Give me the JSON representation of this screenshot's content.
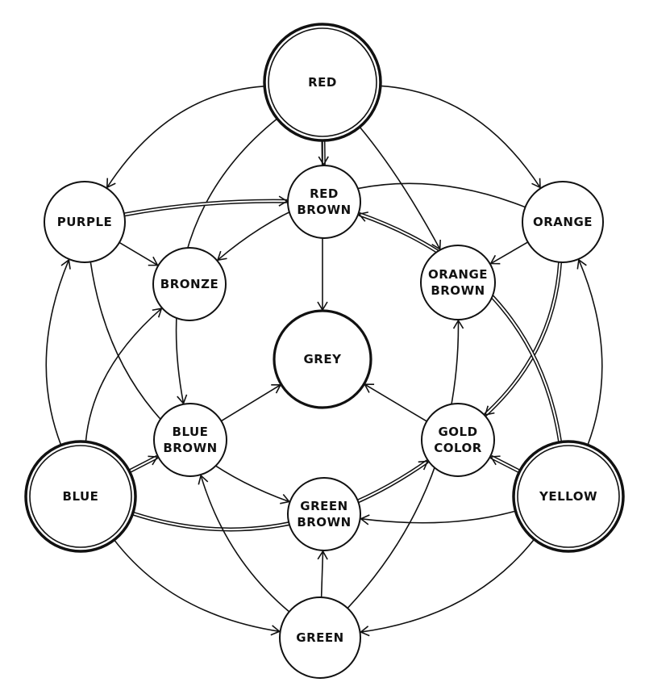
{
  "diagram": {
    "nodes": [
      {
        "id": "red",
        "lines": [
          "RED"
        ],
        "style": "double"
      },
      {
        "id": "purple",
        "lines": [
          "PURPLE"
        ],
        "style": "single"
      },
      {
        "id": "orange",
        "lines": [
          "ORANGE"
        ],
        "style": "single"
      },
      {
        "id": "redbrown",
        "lines": [
          "RED",
          "BROWN"
        ],
        "style": "single"
      },
      {
        "id": "bronze",
        "lines": [
          "BRONZE"
        ],
        "style": "single"
      },
      {
        "id": "orangebrown",
        "lines": [
          "ORANGE",
          "BROWN"
        ],
        "style": "single"
      },
      {
        "id": "grey",
        "lines": [
          "GREY"
        ],
        "style": "thick"
      },
      {
        "id": "bluebrown",
        "lines": [
          "BLUE",
          "BROWN"
        ],
        "style": "single"
      },
      {
        "id": "goldcolor",
        "lines": [
          "GOLD",
          "COLOR"
        ],
        "style": "single"
      },
      {
        "id": "blue",
        "lines": [
          "BLUE"
        ],
        "style": "double"
      },
      {
        "id": "yellow",
        "lines": [
          "YELLOW"
        ],
        "style": "double"
      },
      {
        "id": "greenbrown",
        "lines": [
          "GREEN",
          "BROWN"
        ],
        "style": "single"
      },
      {
        "id": "green",
        "lines": [
          "GREEN"
        ],
        "style": "single"
      }
    ],
    "edges": [
      {
        "from": "red",
        "to": "purple",
        "line": "single"
      },
      {
        "from": "red",
        "to": "orange",
        "line": "single"
      },
      {
        "from": "red",
        "to": "redbrown",
        "line": "double"
      },
      {
        "from": "red",
        "to": "grey",
        "line": "single"
      },
      {
        "from": "red",
        "to": "orangebrown",
        "line": "single"
      },
      {
        "from": "red",
        "to": "bluebrown",
        "line": "single"
      },
      {
        "from": "purple",
        "to": "redbrown",
        "line": "double"
      },
      {
        "from": "purple",
        "to": "bronze",
        "line": "single"
      },
      {
        "from": "purple",
        "to": "greenbrown",
        "line": "single"
      },
      {
        "from": "orange",
        "to": "bronze",
        "line": "single"
      },
      {
        "from": "orange",
        "to": "orangebrown",
        "line": "single"
      },
      {
        "from": "orange",
        "to": "goldcolor",
        "line": "double"
      },
      {
        "from": "blue",
        "to": "purple",
        "line": "single"
      },
      {
        "from": "blue",
        "to": "bronze",
        "line": "single"
      },
      {
        "from": "blue",
        "to": "bluebrown",
        "line": "double"
      },
      {
        "from": "blue",
        "to": "green",
        "line": "single"
      },
      {
        "from": "blue",
        "to": "goldcolor",
        "line": "double"
      },
      {
        "from": "yellow",
        "to": "orange",
        "line": "single"
      },
      {
        "from": "yellow",
        "to": "redbrown",
        "line": "double"
      },
      {
        "from": "yellow",
        "to": "goldcolor",
        "line": "double"
      },
      {
        "from": "yellow",
        "to": "greenbrown",
        "line": "single"
      },
      {
        "from": "yellow",
        "to": "green",
        "line": "single"
      },
      {
        "from": "green",
        "to": "greenbrown",
        "line": "single"
      },
      {
        "from": "green",
        "to": "bluebrown",
        "line": "single"
      },
      {
        "from": "green",
        "to": "orangebrown",
        "line": "single"
      },
      {
        "from": "bluebrown",
        "to": "grey",
        "line": "single"
      },
      {
        "from": "goldcolor",
        "to": "grey",
        "line": "single"
      }
    ]
  }
}
